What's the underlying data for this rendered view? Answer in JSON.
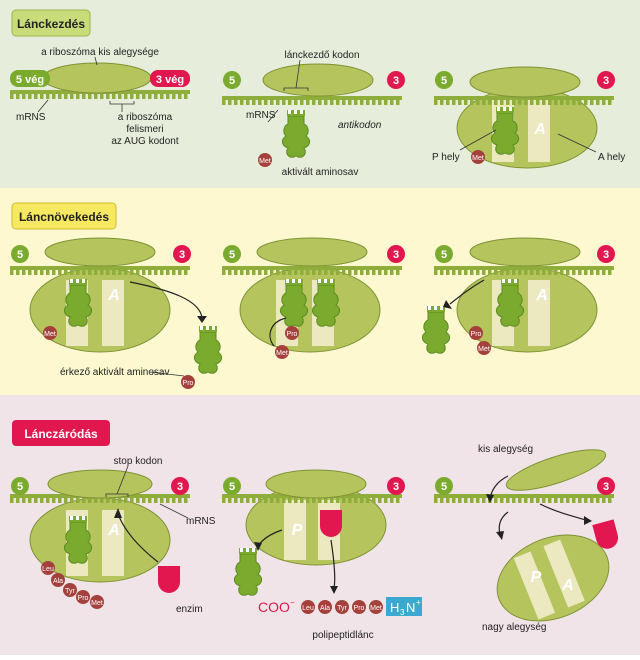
{
  "sections": [
    {
      "title": "Lánckezdés"
    },
    {
      "title": "Láncnövekedés"
    },
    {
      "title": "Lánczáródás"
    }
  ],
  "labels": {
    "end5": "5",
    "end3": "3",
    "end5_full": "5 vég",
    "end3_full": "3 vég",
    "small_subunit": "a riboszóma kis alegysége",
    "mrna": "mRNS",
    "aug_line1": "a riboszóma",
    "aug_line2": "felismeri",
    "aug_line3": "az AUG kodont",
    "start_codon": "lánckezdő kodon",
    "anticodon": "antikodon",
    "activated_aa": "aktivált aminosav",
    "p_site": "P hely",
    "a_site": "A hely",
    "site_a": "A",
    "site_p": "P",
    "arriving_aa": "érkező aktivált aminosav",
    "stop_codon": "stop kodon",
    "enzyme": "enzim",
    "cooh": "COO",
    "nh3": "H",
    "polypeptide": "polipeptidlánc",
    "small_sub2": "kis alegység",
    "large_sub": "nagy alegység"
  },
  "amino_acids": {
    "met": "Met",
    "pro": "Pro",
    "leu": "Leu",
    "ala": "Ala",
    "tyr": "Tyr"
  },
  "colors": {
    "green_bg": "#e6eedb",
    "yellow_bg": "#fdf8d0",
    "pink_bg": "#f1e4e8",
    "ribosome": "#b5c45c",
    "ribosome_dark": "#7f9336",
    "mrna": "#8ead3a",
    "trna": "#7aab2e",
    "red": "#e2174f",
    "amino": "#a5413c",
    "blue": "#3aa8cf"
  }
}
